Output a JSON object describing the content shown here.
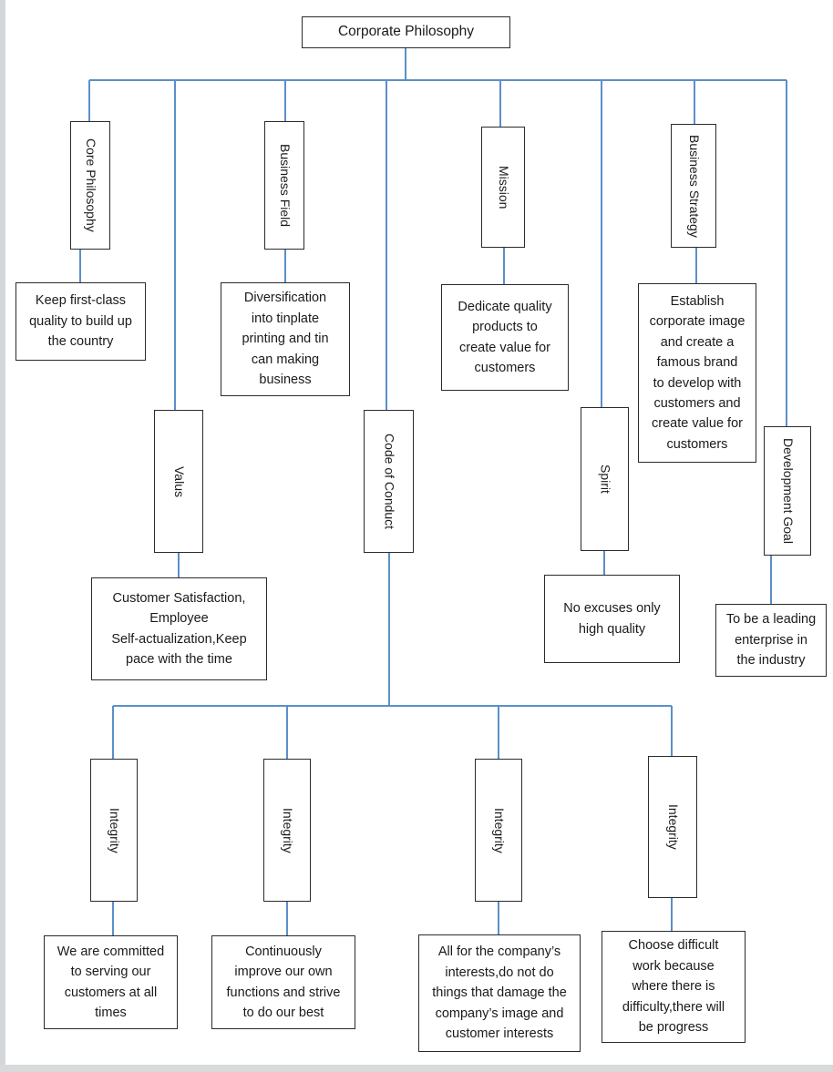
{
  "diagram": {
    "title_box": {
      "label": "Corporate Philosophy"
    },
    "colors": {
      "connector": "#5b8fc9",
      "box_border": "#2b2b2b",
      "box_fill": "#ffffff",
      "page_background": "#ffffff",
      "canvas_background": "#e3e5e7",
      "text": "#1a1a1a"
    },
    "category_labels": {
      "core_philosophy": "Core Philosophy",
      "business_field": "Business Field",
      "mission": "Mission",
      "business_strategy": "Business Strategy",
      "valus": "Valus",
      "code_of_conduct": "Code of Conduct",
      "spirit": "Spirit",
      "development_goal": "Development Goal",
      "integrity_1": "Integrity",
      "integrity_2": "Integrity",
      "integrity_3": "Integrity",
      "integrity_4": "Integrity"
    },
    "detail_texts": {
      "core_philosophy_detail": "Keep first-class\nquality to build up\nthe country",
      "business_field_detail": "Diversification\ninto tinplate\nprinting and tin\ncan making\nbusiness",
      "mission_detail": "Dedicate quality\nproducts to\ncreate value for\ncustomers",
      "business_strategy_detail": "Establish\ncorporate image\nand create a\nfamous brand\nto develop with\ncustomers and\ncreate value for\ncustomers",
      "valus_detail": "Customer Satisfaction,\nEmployee\nSelf-actualization,Keep\npace with the time",
      "spirit_detail": "No excuses only\nhigh quality",
      "development_goal_detail": "To be a leading\nenterprise in\nthe industry",
      "integrity_1_detail": "We are committed\nto serving our\ncustomers at all\ntimes",
      "integrity_2_detail": "Continuously\nimprove our own\nfunctions and strive\nto do our best",
      "integrity_3_detail": "All for the company’s\ninterests,do not do\nthings that damage the\ncompany’s image and\ncustomer interests",
      "integrity_4_detail": "Choose difficult\nwork because\nwhere there is\ndifficulty,there will\nbe progress"
    }
  }
}
